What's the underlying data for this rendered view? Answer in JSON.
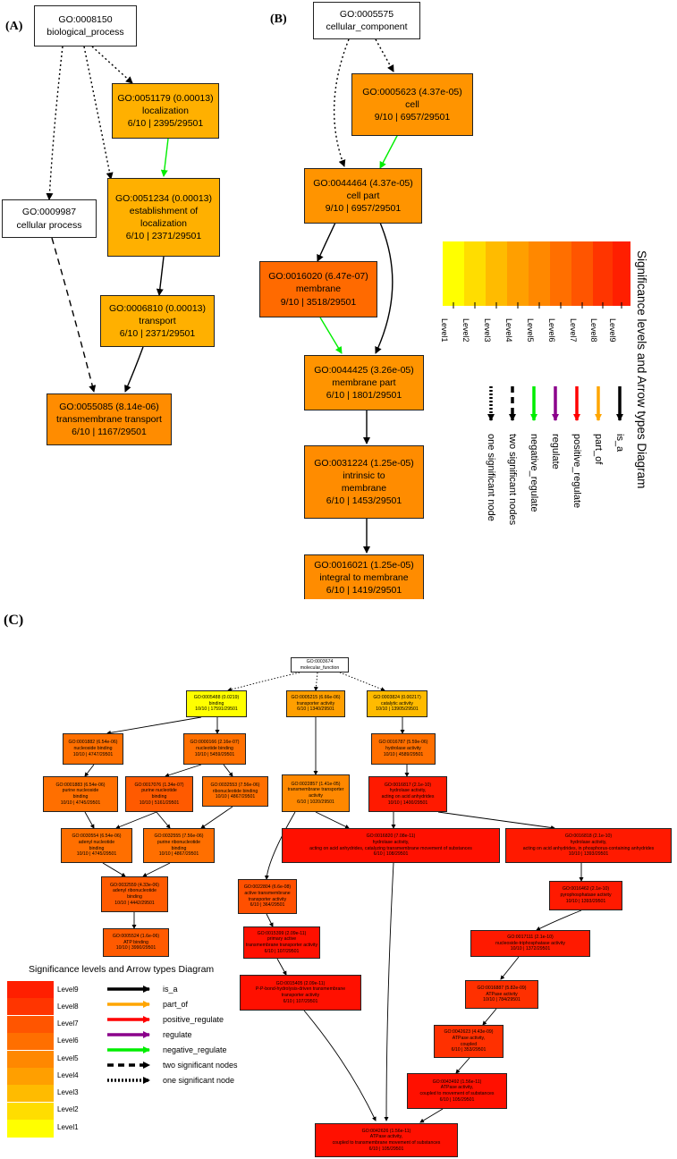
{
  "panel_labels": {
    "a": "(A)",
    "b": "(B)",
    "c": "(C)"
  },
  "levels": [
    "Level1",
    "Level2",
    "Level3",
    "Level4",
    "Level5",
    "Level6",
    "Level7",
    "Level8",
    "Level9"
  ],
  "level_colors": [
    "#ffff00",
    "#ffdd00",
    "#ffbb00",
    "#ff9f00",
    "#ff8800",
    "#ff6f00",
    "#ff5500",
    "#ff3500",
    "#ff1f00"
  ],
  "legend": {
    "title": "Significance levels and Arrow types Diagram",
    "arrows": [
      {
        "label": "is_a",
        "color": "#000000",
        "style": "solid"
      },
      {
        "label": "part_of",
        "color": "#ffa500",
        "style": "solid"
      },
      {
        "label": "positive_regulate",
        "color": "#ff0000",
        "style": "solid"
      },
      {
        "label": "regulate",
        "color": "#8b008b",
        "style": "solid"
      },
      {
        "label": "negative_regulate",
        "color": "#00ee00",
        "style": "solid"
      },
      {
        "label": "two significant nodes",
        "color": "#000000",
        "style": "dashed"
      },
      {
        "label": "one significant node",
        "color": "#000000",
        "style": "dotted"
      }
    ]
  },
  "panel_a": {
    "root": [
      "GO:0008150",
      "biological_process"
    ],
    "cellproc": [
      "GO:0009987",
      "cellular process"
    ],
    "loc": [
      "GO:0051179 (0.00013)",
      "localization",
      "6/10 | 2395/29501"
    ],
    "estab": [
      "GO:0051234 (0.00013)",
      "establishment of",
      "localization",
      "6/10 | 2371/29501"
    ],
    "transport": [
      "GO:0006810 (0.00013)",
      "transport",
      "6/10 | 2371/29501"
    ],
    "tmt": [
      "GO:0055085 (8.14e-06)",
      "transmembrane transport",
      "6/10 | 1167/29501"
    ]
  },
  "panel_b": {
    "root": [
      "GO:0005575",
      "cellular_component"
    ],
    "cell": [
      "GO:0005623 (4.37e-05)",
      "cell",
      "9/10 | 6957/29501"
    ],
    "cellpart": [
      "GO:0044464 (4.37e-05)",
      "cell part",
      "9/10 | 6957/29501"
    ],
    "membrane": [
      "GO:0016020 (6.47e-07)",
      "membrane",
      "9/10 | 3518/29501"
    ],
    "mempart": [
      "GO:0044425 (3.26e-05)",
      "membrane part",
      "6/10 | 1801/29501"
    ],
    "intrinsic": [
      "GO:0031224 (1.25e-05)",
      "intrinsic to",
      "membrane",
      "6/10 | 1453/29501"
    ],
    "integral": [
      "GO:0016021 (1.25e-05)",
      "integral to membrane",
      "6/10 | 1419/29501"
    ]
  },
  "panel_c": {
    "mf": [
      "GO:0003674",
      "molecular_function"
    ],
    "binding": [
      "GO:0005488 (0.0219)",
      "binding",
      "10/10 | 17591/29501"
    ],
    "transporter": [
      "GO:0005215 (6.66e-06)",
      "transporter activity",
      "6/10 | 1340/29501"
    ],
    "catalytic": [
      "GO:0003824 (0.00217)",
      "catalytic activity",
      "10/10 | 13905/29501"
    ],
    "nuclbind": [
      "GO:0001882 (6.54e-06)",
      "nucleoside binding",
      "10/10 | 4747/29501"
    ],
    "nuclbind2": [
      "GO:0000166 (2.16e-07)",
      "nucleotide binding",
      "10/10 | 5459/29501"
    ],
    "hydrolase": [
      "GO:0016787 (5.59e-06)",
      "hydrolase activity",
      "10/10 | 4589/29501"
    ],
    "purinenucl": [
      "GO:0001883 (6.54e-06)",
      "purine nucleoside",
      "binding",
      "10/10 | 4745/29501"
    ],
    "purinenuct": [
      "GO:0017076 (1.34e-07)",
      "purine nucleotide",
      "binding",
      "10/10 | 5161/29501"
    ],
    "ribonuct": [
      "GO:0032553 (7.56e-06)",
      "ribonucleotide binding",
      "10/10 | 4867/29501"
    ],
    "tmtransporter": [
      "GO:0022857 (1.41e-05)",
      "transmembrane transporter",
      "activity",
      "6/10 | 1020/29501"
    ],
    "hydroacid": [
      "GO:0016817 (2.1e-10)",
      "hydrolase activity,",
      "acting on acid anhydrides",
      "10/10 | 1400/29501"
    ],
    "adenylnucl": [
      "GO:0030554 (6.54e-06)",
      "adenyl nucleotide",
      "binding",
      "10/10 | 4745/29501"
    ],
    "purineribo": [
      "GO:0032555 (7.56e-06)",
      "purine ribonucleotide",
      "binding",
      "10/10 | 4867/29501"
    ],
    "hydrocatal": [
      "GO:0016820 (7.08e-11)",
      "hydrolase activity,",
      "acting on acid anhydrides, catalyzing transmembrane movement of substances",
      "6/10 | 108/29501"
    ],
    "hydrophos": [
      "GO:0016818 (2.1e-10)",
      "hydrolase activity,",
      "acting on acid anhydrides, in phosphorus-containing anhydrides",
      "10/10 | 1393/29501"
    ],
    "adenylribo": [
      "GO:0032559 (4.33e-06)",
      "adenyl ribonucleotide",
      "binding",
      "10/10 | 4442/29501"
    ],
    "activetm": [
      "GO:0022804 (6.6e-08)",
      "active transmembrane",
      "transporter activity",
      "6/10 | 364/29501"
    ],
    "pyrophos": [
      "GO:0016462 (2.1e-10)",
      "pyrophosphatase activity",
      "10/10 | 1393/29501"
    ],
    "atpbinding": [
      "GO:0005524 (1.6e-06)",
      "ATP binding",
      "10/10 | 3990/29501"
    ],
    "primary": [
      "GO:0015399 (2.09e-11)",
      "primary active",
      "transmembrane transporter activity",
      "6/10 | 107/29501"
    ],
    "ntpase": [
      "GO:0017111 (2.1e-10)",
      "nucleoside-triphosphatase activity",
      "10/10 | 1372/29501"
    ],
    "phosphorus": [
      "GO:0015405 (2.09e-11)",
      "P-P-bond-hydrolysis-driven transmembrane",
      "transporter activity",
      "6/10 | 107/29501"
    ],
    "atpase": [
      "GO:0016887 (5.82e-09)",
      "ATPase activity",
      "10/10 | 784/29501"
    ],
    "coupled": [
      "GO:0042623 (4.43e-09)",
      "ATPase activity,",
      "coupled",
      "6/10 | 353/29501"
    ],
    "coupledmove": [
      "GO:0043492 (1.56e-11)",
      "ATPase activity,",
      "coupled to movement of substances",
      "6/10 | 105/29501"
    ],
    "final": [
      "GO:0042626 (1.56e-11)",
      "ATPase activity,",
      "coupled to transmembrane movement of substances",
      "6/10 | 105/29501"
    ]
  }
}
